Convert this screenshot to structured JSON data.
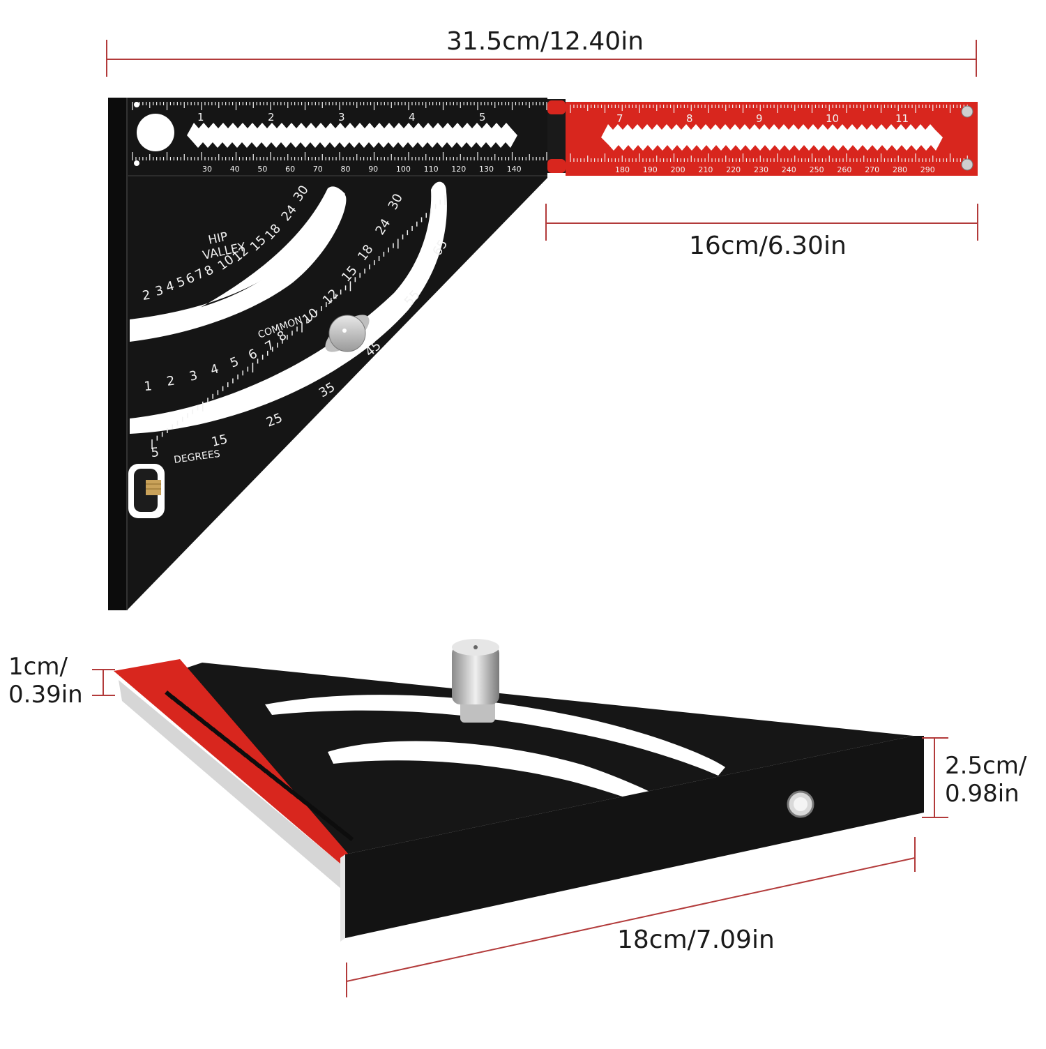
{
  "dimensions": {
    "total_length": "31.5cm/12.40in",
    "extension_length": "16cm/6.30in",
    "blade_thickness_line1": "1cm/",
    "blade_thickness_line2": "0.39in",
    "fence_height_line1": "2.5cm/",
    "fence_height_line2": "0.98in",
    "base_length": "18cm/7.09in"
  },
  "top_square": {
    "ruler_cm_labels": [
      "1",
      "2",
      "3",
      "4",
      "5"
    ],
    "ruler_mm_labels": [
      "30",
      "40",
      "50",
      "60",
      "70",
      "80",
      "90",
      "100",
      "110",
      "120",
      "130",
      "140"
    ],
    "extension_cm_labels": [
      "7",
      "8",
      "9",
      "10",
      "11"
    ],
    "extension_mm_labels": [
      "180",
      "190",
      "200",
      "210",
      "220",
      "230",
      "240",
      "250",
      "260",
      "270",
      "280",
      "290"
    ],
    "hip_valley_label_line1": "HIP",
    "hip_valley_label_line2": "VALLEY",
    "hip_valley_scale": [
      "2",
      "3",
      "4",
      "5",
      "6",
      "7",
      "8",
      "10",
      "12",
      "15",
      "18",
      "24",
      "30"
    ],
    "common_label": "COMMON",
    "common_scale": [
      "1",
      "2",
      "3",
      "4",
      "5",
      "6",
      "7",
      "8",
      "10",
      "12",
      "15",
      "18",
      "24",
      "30"
    ],
    "degree_label": "DEGREES",
    "degree_scale": [
      "5",
      "15",
      "25",
      "35",
      "45",
      "55",
      "65"
    ]
  },
  "colors": {
    "body": "#151515",
    "extension": "#d8261e",
    "engraving": "#f2f2f2",
    "dimension_line": "#b23a3a"
  }
}
